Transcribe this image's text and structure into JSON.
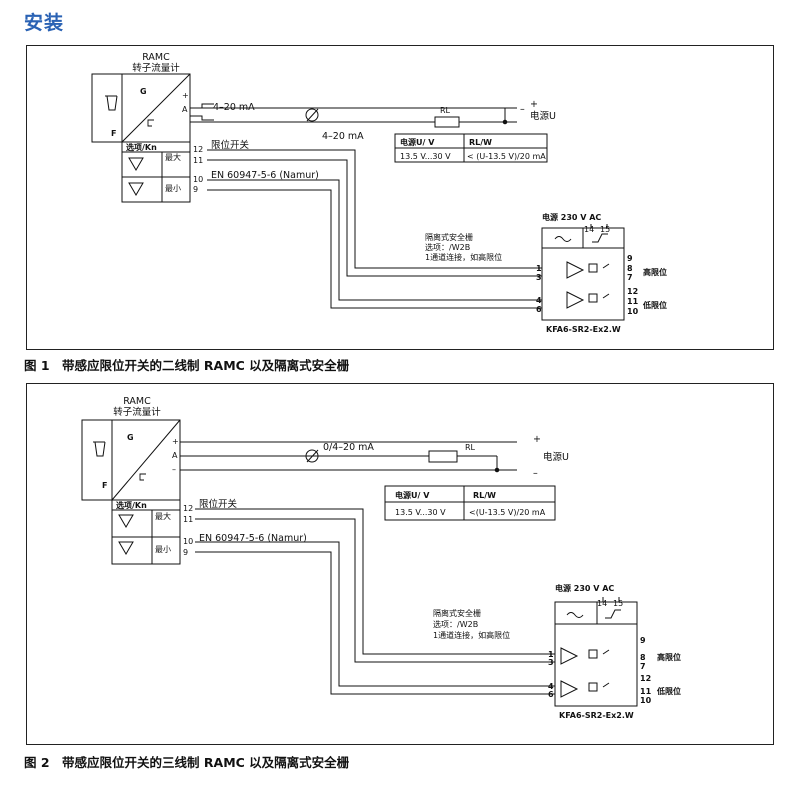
{
  "page": {
    "heading": "安装"
  },
  "figure1": {
    "caption": "图 1　带感应限位开关的二线制 RAMC 以及隔离式安全栅",
    "device": {
      "name": "RAMC",
      "subtitle": "转子流量计",
      "letter_g": "G",
      "letter_f": "F",
      "terminal_plus": "+",
      "terminal_a": "A"
    },
    "current_label_device": "4–20 mA",
    "current_label_line": "4–20 mA",
    "resistor_label": "RL",
    "power_label": "电源U",
    "power_minus": "–",
    "power_plus": "+",
    "table": {
      "headers": [
        "电源U/ V",
        "RL/W"
      ],
      "row": [
        "13.5 V...30 V",
        "< (U-13.5 V)/20 mA"
      ]
    },
    "option": {
      "label": "选项/Kn",
      "max": "最大",
      "min": "最小"
    },
    "limit_switch": "限位开关",
    "namur": "EN 60947-5-6 (Namur)",
    "terminals_left": [
      "12",
      "11",
      "10",
      "9"
    ],
    "barrier": {
      "power": "电源 230 V AC",
      "t14": "14",
      "t15": "15",
      "note_lines": [
        "隔离式安全栅",
        "选项：/W2B",
        "1通道连接，如高限位"
      ],
      "inputs": [
        "1",
        "3",
        "4",
        "6"
      ],
      "outputs": [
        "9",
        "8",
        "7",
        "12",
        "11",
        "10"
      ],
      "high": "高限位",
      "low": "低限位",
      "model": "KFA6-SR2-Ex2.W"
    }
  },
  "figure2": {
    "caption": "图 2　带感应限位开关的三线制 RAMC 以及隔离式安全栅",
    "device": {
      "name": "RAMC",
      "subtitle": "转子流量计",
      "letter_g": "G",
      "letter_f": "F",
      "terminal_plus": "+",
      "terminal_a": "A",
      "terminal_minus": "–"
    },
    "current_label_line": "0/4–20 mA",
    "resistor_label": "RL",
    "power_label": "电源U",
    "power_plus": "+",
    "power_minus": "–",
    "table": {
      "headers": [
        "电源U/ V",
        "RL/W"
      ],
      "row": [
        "13.5 V...30 V",
        "<(U-13.5 V)/20 mA"
      ]
    },
    "option": {
      "label": "选项/Kn",
      "max": "最大",
      "min": "最小"
    },
    "limit_switch": "限位开关",
    "namur": "EN 60947-5-6 (Namur)",
    "terminals_left": [
      "12",
      "11",
      "10",
      "9"
    ],
    "barrier": {
      "power": "电源 230 V AC",
      "t14": "14",
      "t15": "15",
      "note_lines": [
        "隔离式安全栅",
        "选项：/W2B",
        "1通道连接，如高限位"
      ],
      "inputs": [
        "1",
        "3",
        "4",
        "6"
      ],
      "outputs": [
        "9",
        "8",
        "7",
        "12",
        "11",
        "10"
      ],
      "high": "高限位",
      "low": "低限位",
      "model": "KFA6-SR2-Ex2.W"
    }
  }
}
